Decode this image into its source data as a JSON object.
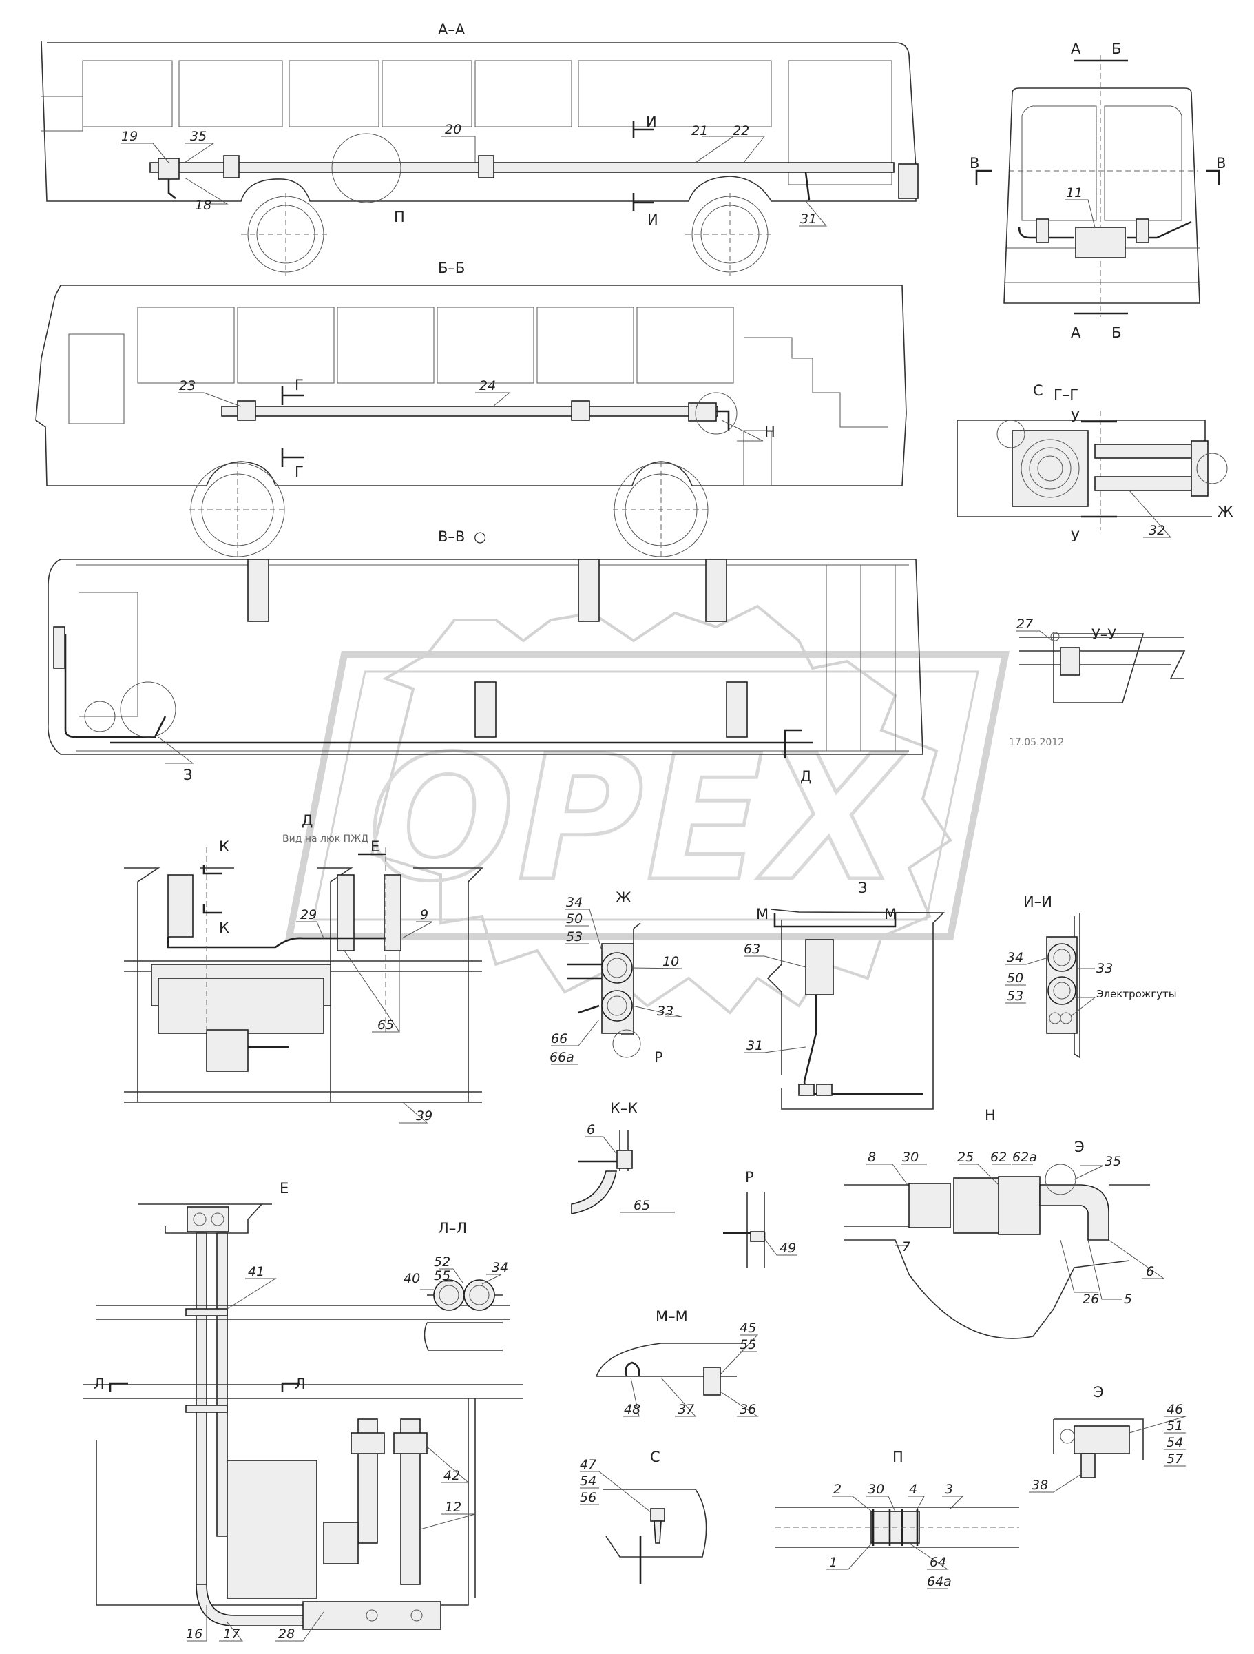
{
  "views": {
    "aa": "А–А",
    "bb": "Б–Б",
    "vv": "В–В",
    "vv_mark": "○",
    "gg": "Г–Г",
    "uu": "У–У",
    "ii": "И–И",
    "kk": "К–К",
    "ll": "Л–Л",
    "mm": "М–М",
    "d": "Д",
    "e": "Е",
    "zh": "Ж",
    "z": "З",
    "n": "Н",
    "r": "Р",
    "s": "С",
    "p": "П",
    "e2": "Э"
  },
  "cut_marks": {
    "a": "А",
    "b": "Б",
    "v": "В",
    "g": "Г",
    "i": "И",
    "u": "У",
    "k": "К",
    "m": "М",
    "l": "Л",
    "zh": "Ж",
    "s": "С",
    "n": "Н",
    "p": "П",
    "z": "З",
    "r": "Р",
    "d": "Д",
    "e": "Е"
  },
  "notes": {
    "date": "17.05.2012",
    "d_note": "Вид на люк ПЖД",
    "electro": "Электрожгуты"
  },
  "callouts": {
    "aa": [
      "19",
      "35",
      "18",
      "20",
      "21",
      "22",
      "31"
    ],
    "front": [
      "11"
    ],
    "bb": [
      "23",
      "24"
    ],
    "gg": [
      "32"
    ],
    "uu": [
      "27"
    ],
    "d": [
      "29",
      "9",
      "65",
      "39"
    ],
    "zh": [
      "34",
      "50",
      "53",
      "10",
      "33",
      "66",
      "66а"
    ],
    "z": [
      "63",
      "31"
    ],
    "ii": [
      "34",
      "50",
      "53",
      "33"
    ],
    "kk": [
      "6",
      "65"
    ],
    "r": [
      "49"
    ],
    "n": [
      "8",
      "30",
      "25",
      "62",
      "62а",
      "35",
      "7",
      "26",
      "5",
      "6"
    ],
    "e": [
      "41",
      "42",
      "12",
      "16",
      "17",
      "28"
    ],
    "ll": [
      "52",
      "55",
      "40",
      "34"
    ],
    "mm": [
      "45",
      "55",
      "48",
      "37",
      "36"
    ],
    "e2": [
      "46",
      "51",
      "54",
      "57",
      "38"
    ],
    "s": [
      "47",
      "54",
      "56"
    ],
    "p": [
      "2",
      "30",
      "4",
      "3",
      "1",
      "64",
      "64а"
    ]
  },
  "watermark": "OPEX"
}
